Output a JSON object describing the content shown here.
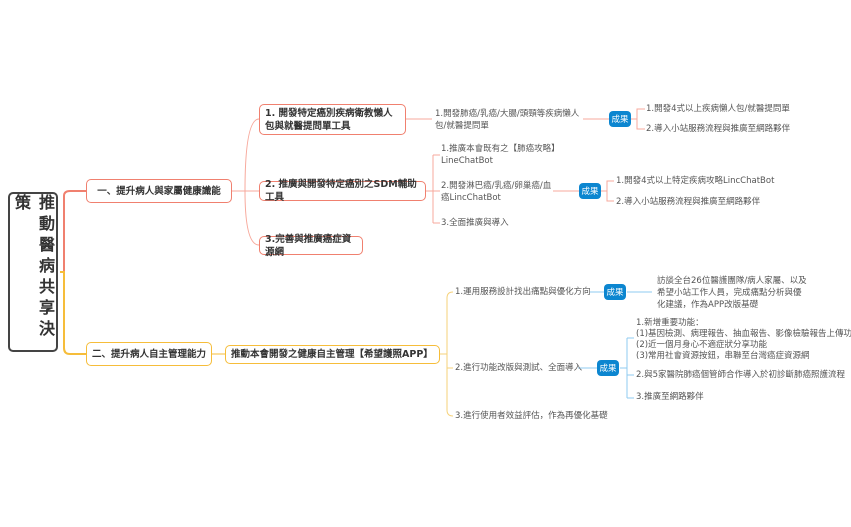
{
  "root": {
    "title": "推動醫病共享決策"
  },
  "colors": {
    "branch1": "#f0806f",
    "branch2": "#f6bd3a",
    "badge": "#0c86d0",
    "result_line": "#8fcbf0"
  },
  "branch1": {
    "label": "一、提升病人與家屬健康識能",
    "subs": [
      {
        "label": "1. 開發特定癌別疾病衛教懶人包與就醫提問單工具",
        "items": [
          {
            "text": "1.開發肺癌/乳癌/大腸/頭頸等疾病懶人包/就醫提問單"
          }
        ],
        "badge": "成果",
        "results": [
          "1.開發4式以上疾病懶人包/就醫提問單",
          "2.導入小站服務流程與推廣至網路夥伴"
        ]
      },
      {
        "label": "2. 推廣與開發特定癌別之SDM輔助工具",
        "items": [
          {
            "text": "1.推廣本會既有之【肺癌攻略】LineChatBot"
          },
          {
            "text": "2.開發淋巴癌/乳癌/卵巢癌/血癌LincChatBot"
          },
          {
            "text": "3.全面推廣與導入"
          }
        ],
        "badge": "成果",
        "results": [
          "1.開發4式以上特定疾病攻略LincChatBot",
          "2.導入小站服務流程與推廣至網路夥伴"
        ]
      },
      {
        "label": "3.完善與推廣癌症資源網"
      }
    ]
  },
  "branch2": {
    "label": "二、提升病人自主管理能力",
    "sub": {
      "label": "推動本會開發之健康自主管理【希望護照APP】",
      "items": [
        {
          "text": "1.運用服務設計找出痛點與優化方向",
          "badge": "成果",
          "results": [
            "訪談全台26位醫護團隊/病人家屬、以及希望小站工作人員，完成痛點分析與優化建議，作為APP改版基礎"
          ]
        },
        {
          "text": "2.進行功能改版與測試、全面導入",
          "badge": "成果",
          "results": [
            "1.新增重要功能：\n(1)基因檢測、病理報告、抽血報告、影像檢驗報告上傳功能\n(2)近一個月身心不適症狀分享功能\n(3)常用社會資源按鈕，串聯至台灣癌症資源網",
            "2.與5家醫院肺癌個管師合作導入於初診斷肺癌照護流程",
            "3.推廣至網路夥伴"
          ]
        },
        {
          "text": "3.進行使用者效益評估，作為再優化基礎"
        }
      ]
    }
  }
}
